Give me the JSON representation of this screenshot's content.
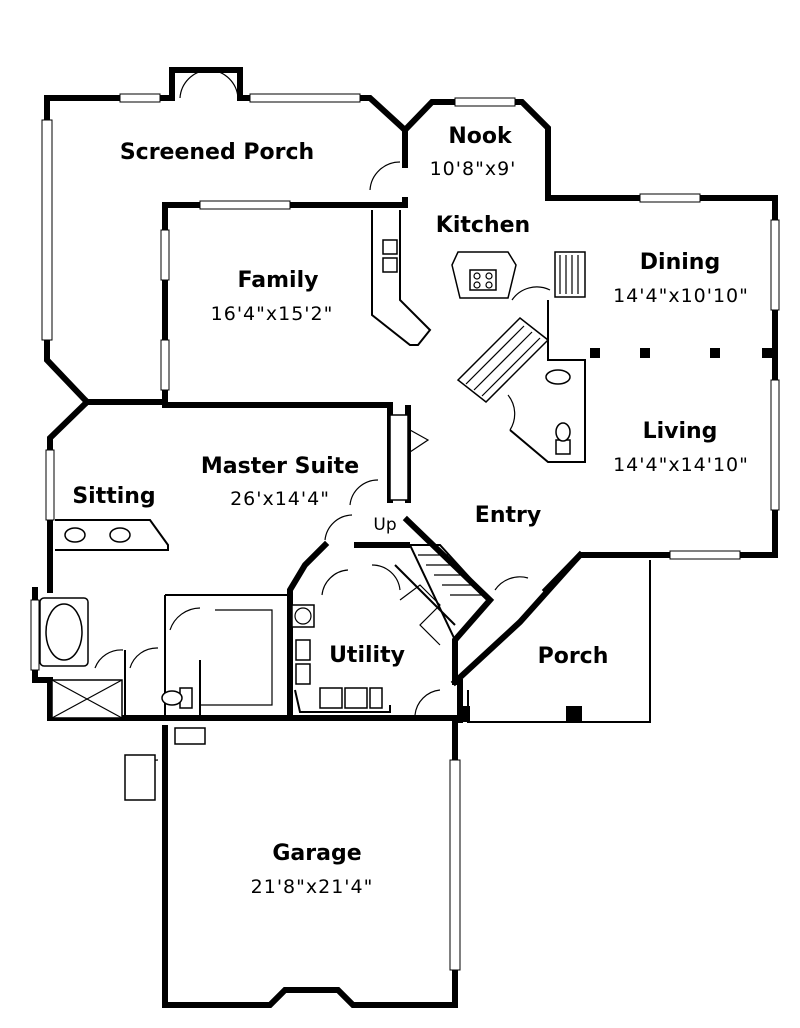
{
  "rooms": {
    "screened_porch": {
      "name": "Screened Porch"
    },
    "nook": {
      "name": "Nook",
      "size": "10'8\"x9'"
    },
    "kitchen": {
      "name": "Kitchen"
    },
    "family": {
      "name": "Family",
      "size": "16'4\"x15'2\""
    },
    "dining": {
      "name": "Dining",
      "size": "14'4\"x10'10\""
    },
    "living": {
      "name": "Living",
      "size": "14'4\"x14'10\""
    },
    "master_suite": {
      "name": "Master Suite",
      "size": "26'x14'4\""
    },
    "sitting": {
      "name": "Sitting"
    },
    "entry": {
      "name": "Entry"
    },
    "utility": {
      "name": "Utility"
    },
    "porch": {
      "name": "Porch"
    },
    "garage": {
      "name": "Garage",
      "size": "21'8\"x21'4\""
    }
  },
  "stair": {
    "label": "Up"
  }
}
